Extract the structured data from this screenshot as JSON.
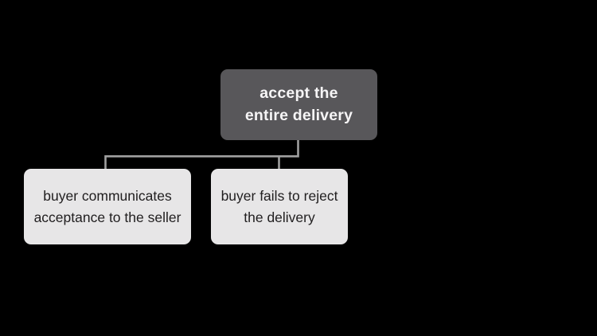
{
  "diagram": {
    "background_color": "#000000",
    "connector_color": "#a0a0a0",
    "nodes": {
      "root": {
        "line1": "accept the",
        "line2": "entire delivery",
        "fill": "#58575a",
        "text_color": "#f6f5f6"
      },
      "left_child": {
        "line1": "buyer communicates",
        "line2": "acceptance to the seller",
        "fill": "#e7e6e7",
        "text_color": "#201e1f"
      },
      "right_child": {
        "line1": "buyer fails to reject",
        "line2": "the delivery",
        "fill": "#e7e6e7",
        "text_color": "#201e1f"
      }
    }
  }
}
